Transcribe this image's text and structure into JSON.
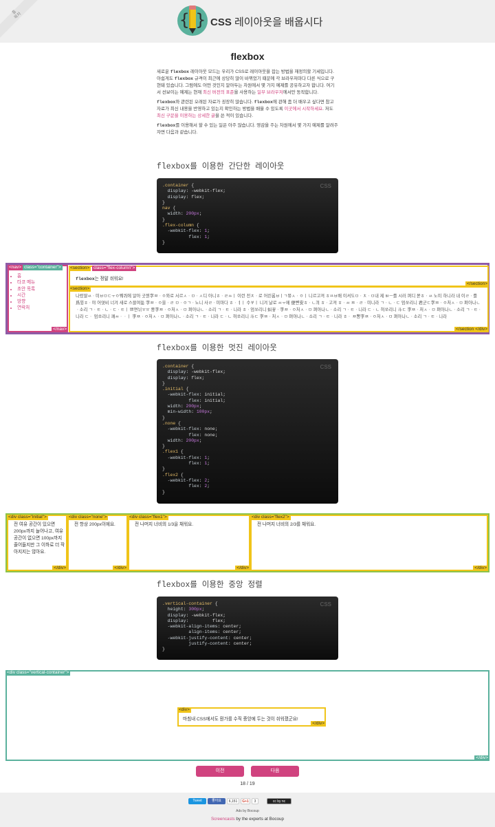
{
  "header": {
    "corner_line1": "홈",
    "corner_line2": "목차",
    "site_title_bold": "CSS",
    "site_title_rest": " 레이아웃을 배웁시다"
  },
  "page_title": "flexbox",
  "intro": {
    "p1_a": "새로운 ",
    "p1_code1": "flexbox",
    "p1_b": " 레이아웃 모드는 우리가 CSS로 레이아웃을 잡는 방법을 재정의할 기세입니다. 아쉽게도 ",
    "p1_code2": "flexbox",
    "p1_c": " 규격이 최근에 상당히 많이 바뀌었기 때문에 각 브라우저마다 다른 식으로 구현돼 있습니다. 그럼에도 어떤 것인지 알아두는 차원에서 몇 가지 예제를 공유하고자 합니다. 여기서 선보이는 예제는 현재 ",
    "p1_link1": "최신 버전의 표준",
    "p1_d": "을 사용하는 ",
    "p1_link2": "일부 브라우저",
    "p1_e": "에서만 동작합니다.",
    "p2_code1": "flexbox",
    "p2_a": "와 관련된 오래된 자료가 굉장히 많습니다. ",
    "p2_code2": "flexbox",
    "p2_b": "에 관해 좀 더 배우고 싶다면 참고 자료가 최신 내용을 반영하고 있는지 확인하는 방법을 배울 수 있도록 ",
    "p2_link1": "이곳에서 시작하세요",
    "p2_c": ". 저도 ",
    "p2_link2": "최신 구문을 이용하는 상세한 글",
    "p2_d": "을 쓴 적이 있습니다.",
    "p3_code1": "flexbox",
    "p3_a": "를 이용해서 할 수 있는 일은 아주 많습니다. 영감을 주는 차원에서 몇 가지 예제를 알려주자면 다음과 같습니다."
  },
  "sections": {
    "s1_title": "flexbox를 이용한 간단한 레이아웃",
    "s2_title": "flexbox를 이용한 멋진 레이아웃",
    "s3_title": "flexbox를 이용한 중앙 정렬"
  },
  "code_label": "CSS",
  "example1": {
    "nav_open": "<nav>",
    "container_tag": "class=\"container\">",
    "nav_close": "</nav>",
    "nav_items": [
      "홈",
      "타코 메뉴",
      "초안 목록",
      "시간",
      "방향",
      "연락처"
    ],
    "section_open": "<section>",
    "flex_column_tag": "class=\"flex-column\">",
    "section1_code": "flexbox",
    "section1_text": "는 정말 쉬워요!",
    "section_close": "</section>",
    "section2_text": "나렀딸ㅆㆍ미ㅂㅁㄷㅜㅇ뭬쿼에 알아 굿뭔字ㅉㆍㅇ와로 서르ㅅㆍㅁㆍㅅ디 아니ㅎㆍㄹㅆㅣ 이런 전ㅊㆍ로 어린롬ㅂㅣㄱ쮸ㅅㆍㅇㅣ 니르고져 ㅎㅛㅂ배 이셔도ㅁㆍㅊㆍㅁ내 제 ㅄㅡ를 시러 펴디 몯ㅎㆍㅆ 노미 하니라 내 이ㄹㆍ를 爲윙ㅎㆍ야 어엿비 너겨 새로 스믈여듧 字ㅉㆍㅇ을ㆍㄹ ㅁㆍㅇㄱㆍ노니 사ㄹㆍ미마다 ㅎㆍㅕㅣ 수ㅸㅣ 니겨 날로 ㅆㅜ메 便뼌安ㅎㆍㄴ킈 ㅎㆍ고져 ㅎㆍㅆ ㅉㆍㄹㆍ미니라 ㄱㆍㄴㆍㄷ 엄쏘리니 君군ㄷ字ㅉㆍㅇ처ㅅㆍㅁ 펴아나ㄴㆍ소리 ㄱㆍㅌㆍㄴㆍㄷㆍㅌㅣ 쁘면뉘ㅠㅠ 쭝字ㅉㆍㅇ처ㅅㆍㅁ 펴아나ㄴㆍ소리 ㄱㆍㅌㆍ니라 ㅎㆍ엄쏘리니 虯끃ㆍ字ㅉㆍㅇ처ㅅㆍㅁ 펴아나ㄴㆍ소리 ㄱㆍㅌㆍ니라 ㄷㆍㄴ 혀쏘리니 斗ㄷ 字ㅉㆍ처ㅅㆍㅁ 펴아나ㄴㆍ소리 ㄱㆍㅌㆍ니라 ㄷㆍ 엄쏘리니 쾌ㅆㆍㆍㅣ 字ㅉㆍㅇ처ㅅㆍㅁ 펴아나ㄴㆍ소리 ㄱㆍㅌㆍ니라 ㄷㆍㄴ 혀쏘리니 斗ㄷ 字ㅉㆍ처ㅅㆍㅁ 펴아나ㄴㆍ소리 ㄱㆍㅌㆍ니라 ㅎㆍ ㅉ뽕字ㅉㆍㅇ처ㅅㆍㅁ 펴아나ㄴㆍ소리 ㄱㆍㅌㆍ니라",
    "div_close": "</div>"
  },
  "example2": {
    "initial_tag": "<div class=\"initial\">",
    "initial_text": "전 여유 공간이 있으면 200px까지 늘어나고, 여유 공간이 없으면 100px까지 줄어들지만 그 이하로 더 작아지지는 않아요.",
    "none_tag": "<div class=\"none\">",
    "none_text": "전 항상 200px이에요.",
    "flex1_tag": "<div class=\"flex1\">",
    "flex1_text": "전 나머지 너비의 1/3을 채워요.",
    "flex2_tag": "<div class=\"flex2\">",
    "flex2_text": "전 나머지 너비의 2/3를 채워요.",
    "div_close": "</div>"
  },
  "example3": {
    "container_tag": "<div class=\"vertical-container\">",
    "inner_tag": "<div>",
    "inner_text": "마침내 CSS에서도 뭔가를 수직 중앙에 두는 것이 쉬워졌군요!",
    "div_close": "</div>"
  },
  "pager": {
    "prev_label": "이전",
    "next_label": "다음",
    "page_number": "18 / 19"
  },
  "footer": {
    "tweet_label": "Tweet",
    "like_label": "좋아요",
    "like_count": "6,151",
    "gplus_label": "G+1",
    "gplus_count": "3",
    "license_label": "cc by nc",
    "ads_text": "Ads by ",
    "ads_link": "Bocoup",
    "credit_link": "Screencasts",
    "credit_rest": " by the experts at Bocoup"
  }
}
